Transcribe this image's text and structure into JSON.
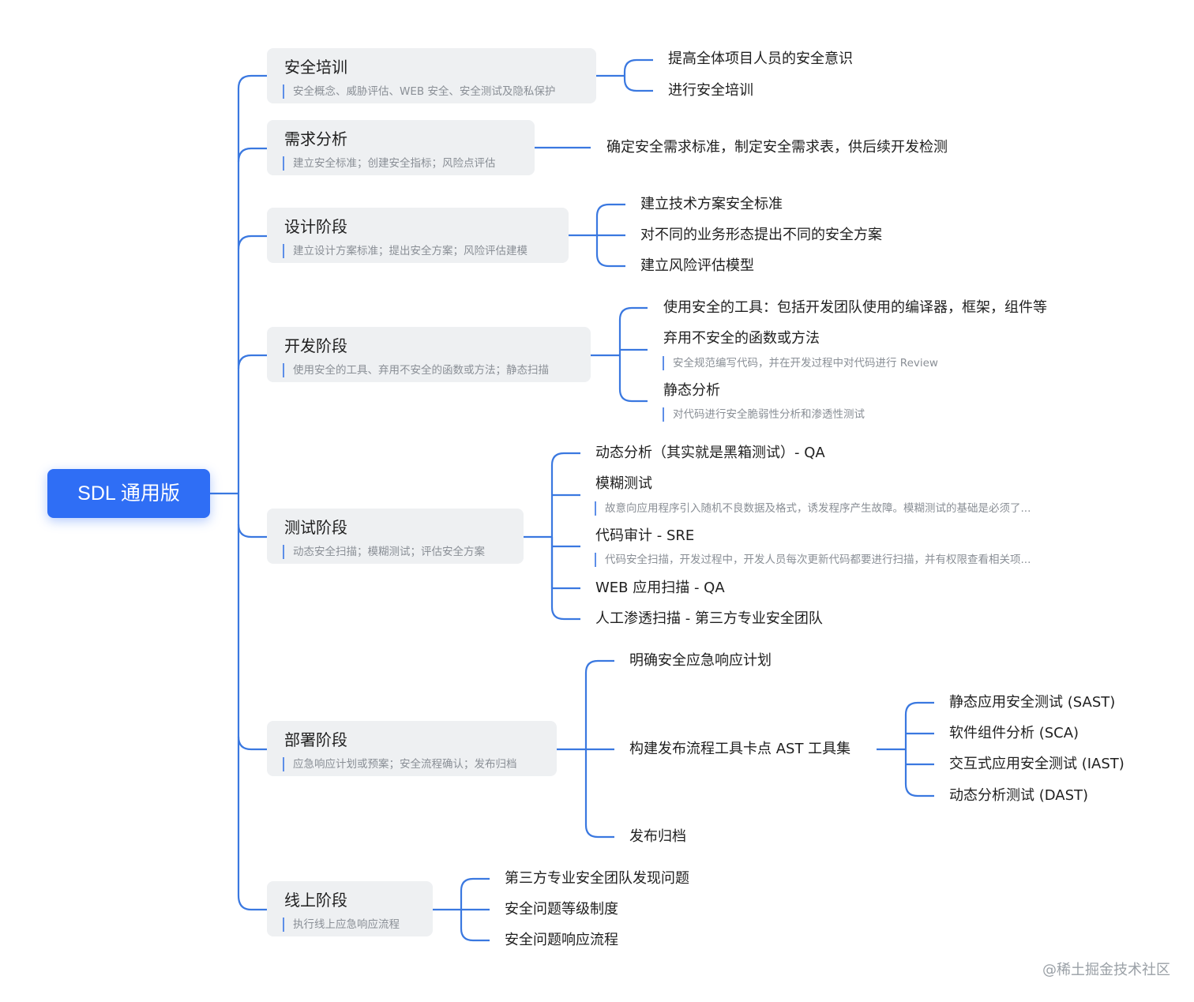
{
  "root": "SDL 通用版",
  "stages": [
    {
      "title": "安全培训",
      "note": "安全概念、威胁评估、WEB 安全、安全测试及隐私保护",
      "children": [
        {
          "text": "提高全体项目人员的安全意识"
        },
        {
          "text": "进行安全培训"
        }
      ]
    },
    {
      "title": "需求分析",
      "note": "建立安全标准；创建安全指标；风险点评估",
      "children": [
        {
          "text": "确定安全需求标准，制定安全需求表，供后续开发检测"
        }
      ]
    },
    {
      "title": "设计阶段",
      "note": "建立设计方案标准；提出安全方案；风险评估建模",
      "children": [
        {
          "text": "建立技术方案安全标准"
        },
        {
          "text": "对不同的业务形态提出不同的安全方案"
        },
        {
          "text": "建立风险评估模型"
        }
      ]
    },
    {
      "title": "开发阶段",
      "note": "使用安全的工具、弃用不安全的函数或方法；静态扫描",
      "children": [
        {
          "text": "使用安全的工具：包括开发团队使用的编译器，框架，组件等"
        },
        {
          "text": "弃用不安全的函数或方法",
          "note": "安全规范编写代码，并在开发过程中对代码进行 Review"
        },
        {
          "text": "静态分析",
          "note": "对代码进行安全脆弱性分析和渗透性测试"
        }
      ]
    },
    {
      "title": "测试阶段",
      "note": "动态安全扫描；模糊测试；评估安全方案",
      "children": [
        {
          "text": "动态分析（其实就是黑箱测试）- QA"
        },
        {
          "text": "模糊测试",
          "note": "故意向应用程序引入随机不良数据及格式，诱发程序产生故障。模糊测试的基础是必须了..."
        },
        {
          "text": "代码审计 - SRE",
          "note": "代码安全扫描，开发过程中，开发人员每次更新代码都要进行扫描，并有权限查看相关项..."
        },
        {
          "text": "WEB 应用扫描 - QA"
        },
        {
          "text": "人工渗透扫描 - 第三方专业安全团队"
        }
      ]
    },
    {
      "title": "部署阶段",
      "note": "应急响应计划或预案；安全流程确认；发布归档",
      "children": [
        {
          "text": "明确安全应急响应计划"
        },
        {
          "text": "构建发布流程工具卡点 AST 工具集",
          "children": [
            {
              "text": "静态应用安全测试 (SAST)"
            },
            {
              "text": "软件组件分析 (SCA)"
            },
            {
              "text": "交互式应用安全测试 (IAST)"
            },
            {
              "text": "动态分析测试 (DAST)"
            }
          ]
        },
        {
          "text": "发布归档"
        }
      ]
    },
    {
      "title": "线上阶段",
      "note": "执行线上应急响应流程",
      "children": [
        {
          "text": "第三方专业安全团队发现问题"
        },
        {
          "text": "安全问题等级制度"
        },
        {
          "text": "安全问题响应流程"
        }
      ]
    }
  ],
  "watermark": "@稀土掘金技术社区",
  "colors": {
    "accent": "#2f6ef5",
    "connector": "#3a78e0",
    "card": "#eef0f2"
  }
}
